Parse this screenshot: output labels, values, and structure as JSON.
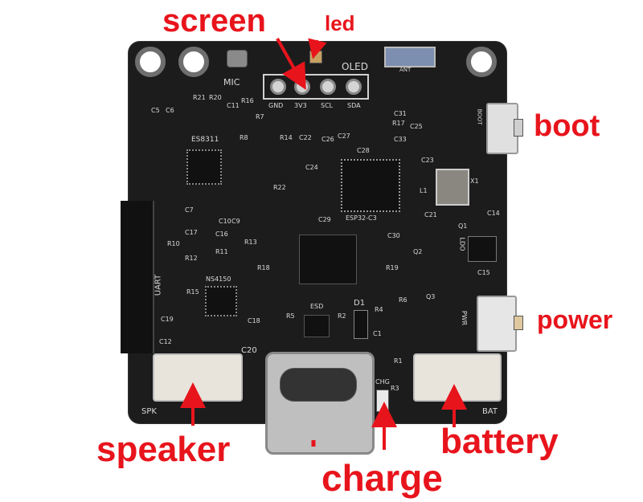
{
  "callouts": {
    "screen": "screen",
    "led": "led",
    "boot": "boot",
    "power": "power",
    "speaker": "speaker",
    "charge": "charge",
    "battery": "battery"
  },
  "silkscreen": {
    "mic": "MIC",
    "oled": "OLED",
    "gnd": "GND",
    "v33": "3V3",
    "scl": "SCL",
    "sda": "SDA",
    "ant": "ANT",
    "boot": "BOOT",
    "es8311": "ES8311",
    "esp32": "ESP32-C3",
    "uart": "UART",
    "ns4150": "NS4150",
    "esd": "ESD",
    "d1": "D1",
    "chg": "CHG",
    "pwr": "PWR",
    "spk": "SPK",
    "bat": "BAT",
    "r21": "R21",
    "r20": "R20",
    "r16": "R16",
    "c11": "C11",
    "c5": "C5",
    "c6": "C6",
    "r7": "R7",
    "r8": "R8",
    "r14": "R14",
    "c22": "C22",
    "c26": "C26",
    "c27": "C27",
    "c31": "C31",
    "r17": "R17",
    "c25": "C25",
    "c33": "C33",
    "c28": "C28",
    "c23": "C23",
    "c24": "C24",
    "l1": "L1",
    "c21": "C21",
    "q1": "Q1",
    "c14": "C14",
    "r22": "R22",
    "c29": "C29",
    "c7": "C7",
    "c10": "C10",
    "c9": "C9",
    "c17": "C17",
    "c16": "C16",
    "r10": "R10",
    "r11": "R11",
    "r12": "R12",
    "r13": "R13",
    "c30": "C30",
    "r19": "R19",
    "r18": "R18",
    "q2": "Q2",
    "ldo": "LDO",
    "c15": "C15",
    "r15": "R15",
    "r6": "R6",
    "q3": "Q3",
    "c19": "C19",
    "c18": "C18",
    "c12": "C12",
    "c20": "C20",
    "r5": "R5",
    "r2": "R2",
    "r4": "R4",
    "c1": "C1",
    "r1": "R1",
    "r3": "R3",
    "x1": "X1"
  },
  "colors": {
    "callout": "#e8141c",
    "pcb": "#1c1c1c",
    "silkscreen": "#d9d9d9"
  }
}
